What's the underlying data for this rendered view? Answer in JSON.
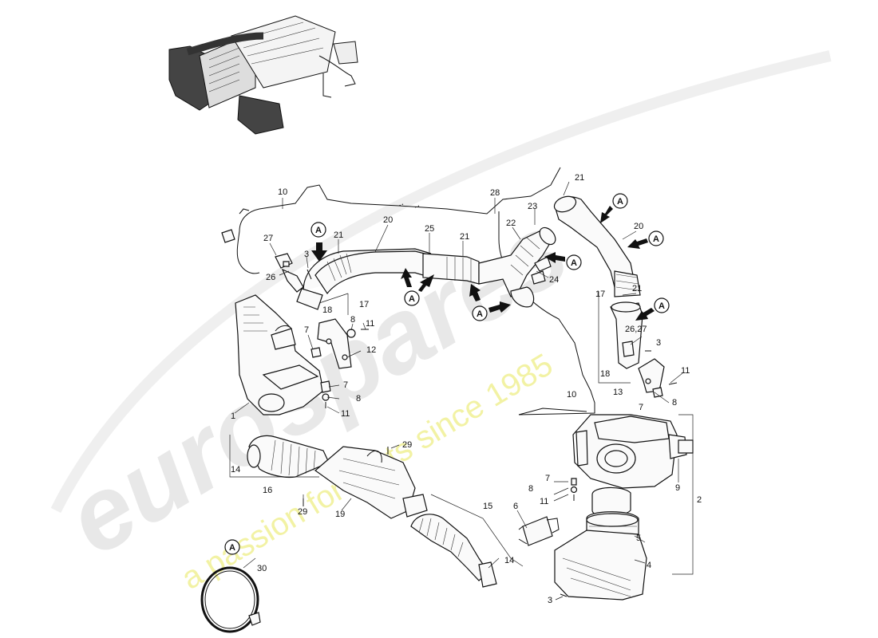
{
  "watermark": {
    "brand": "eurospares",
    "tagline": "a passion for parts since 1985"
  },
  "callout_letter": "A",
  "labels": {
    "n1": "1",
    "n2": "2",
    "n3a": "3",
    "n3b": "3",
    "n3c": "3",
    "n4": "4",
    "n5": "5",
    "n6": "6",
    "n7a": "7",
    "n7b": "7",
    "n7c": "7",
    "n7d": "7",
    "n8a": "8",
    "n8b": "8",
    "n8c": "8",
    "n8d": "8",
    "n9": "9",
    "n10a": "10",
    "n10b": "10",
    "n11a": "11",
    "n11b": "11",
    "n11c": "11",
    "n11d": "11",
    "n12": "12",
    "n13": "13",
    "n14a": "14",
    "n14b": "14",
    "n15": "15",
    "n16": "16",
    "n17a": "17",
    "n17b": "17",
    "n18a": "18",
    "n18b": "18",
    "n19": "19",
    "n20a": "20",
    "n20b": "20",
    "n21a": "21",
    "n21b": "21",
    "n21c": "21",
    "n21d": "21",
    "n22": "22",
    "n23": "23",
    "n24": "24",
    "n25": "25",
    "n26": "26",
    "n2627": "26,27",
    "n27": "27",
    "n28": "28",
    "n29a": "29",
    "n29b": "29",
    "n30": "30"
  }
}
